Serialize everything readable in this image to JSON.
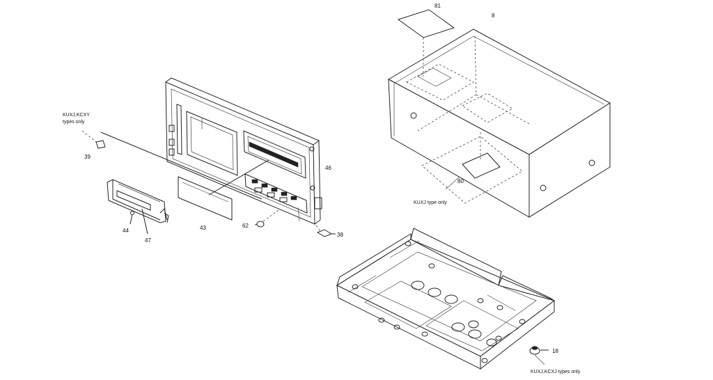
{
  "parts": {
    "p81": "81",
    "p8": "8",
    "p39a": "39",
    "p46": "46",
    "p43": "43",
    "p62": "62",
    "p38": "38",
    "p44": "44",
    "p47": "47",
    "p80": "80",
    "p18": "18"
  },
  "notes": {
    "front_note_line1": "KUXJ,KCXY",
    "front_note_line2": "types only",
    "cover_note": "KUXJ type only",
    "foot_note": "KUXJ,KCXJ types only"
  }
}
